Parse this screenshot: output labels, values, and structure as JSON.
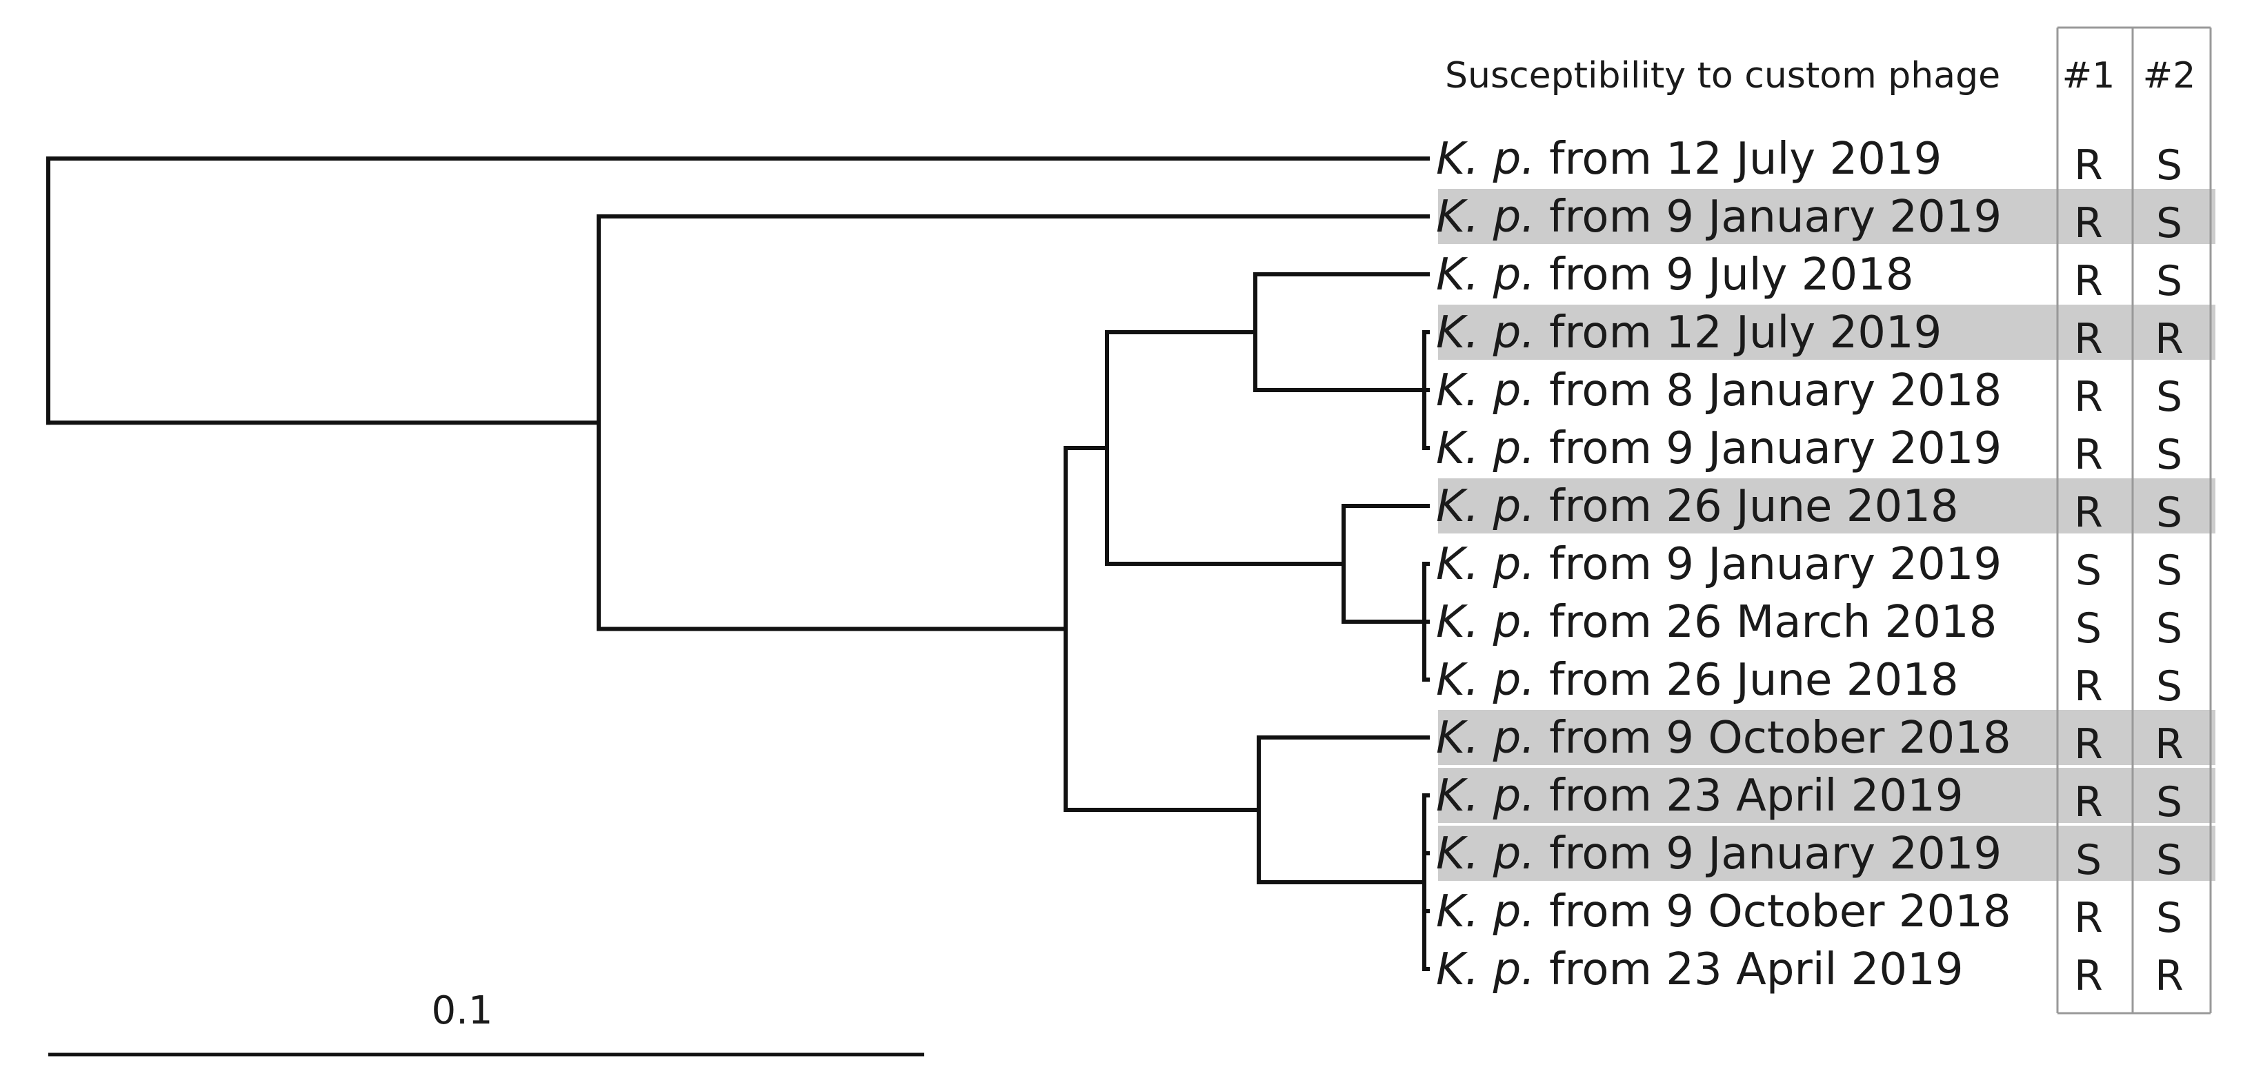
{
  "header": {
    "title": "Susceptibility to custom phage",
    "col1": "#1",
    "col2": "#2"
  },
  "taxon_abbrev": "K. p.",
  "leaves": [
    {
      "rest": "from 12 July 2019",
      "p1": "R",
      "p2": "S",
      "shaded": false
    },
    {
      "rest": "from 9 January 2019",
      "p1": "R",
      "p2": "S",
      "shaded": true
    },
    {
      "rest": "from 9 July 2018",
      "p1": "R",
      "p2": "S",
      "shaded": false
    },
    {
      "rest": "from 12 July 2019",
      "p1": "R",
      "p2": "R",
      "shaded": true
    },
    {
      "rest": "from 8 January 2018",
      "p1": "R",
      "p2": "S",
      "shaded": false
    },
    {
      "rest": "from 9 January 2019",
      "p1": "R",
      "p2": "S",
      "shaded": false
    },
    {
      "rest": "from 26 June 2018",
      "p1": "R",
      "p2": "S",
      "shaded": true
    },
    {
      "rest": "from 9 January 2019",
      "p1": "S",
      "p2": "S",
      "shaded": false
    },
    {
      "rest": "from 26 March 2018",
      "p1": "S",
      "p2": "S",
      "shaded": false
    },
    {
      "rest": "from 26 June 2018",
      "p1": "R",
      "p2": "S",
      "shaded": false
    },
    {
      "rest": "from 9 October 2018",
      "p1": "R",
      "p2": "R",
      "shaded": true
    },
    {
      "rest": "from 23 April 2019",
      "p1": "R",
      "p2": "S",
      "shaded": true
    },
    {
      "rest": "from 9 January 2019",
      "p1": "S",
      "p2": "S",
      "shaded": true
    },
    {
      "rest": "from 9 October 2018",
      "p1": "R",
      "p2": "S",
      "shaded": false
    },
    {
      "rest": "from 23 April 2019",
      "p1": "R",
      "p2": "R",
      "shaded": false
    }
  ],
  "scale_bar": {
    "label": "0.1"
  },
  "colors": {
    "shade": "#cccccc",
    "line": "#111111",
    "box": "#999999"
  }
}
